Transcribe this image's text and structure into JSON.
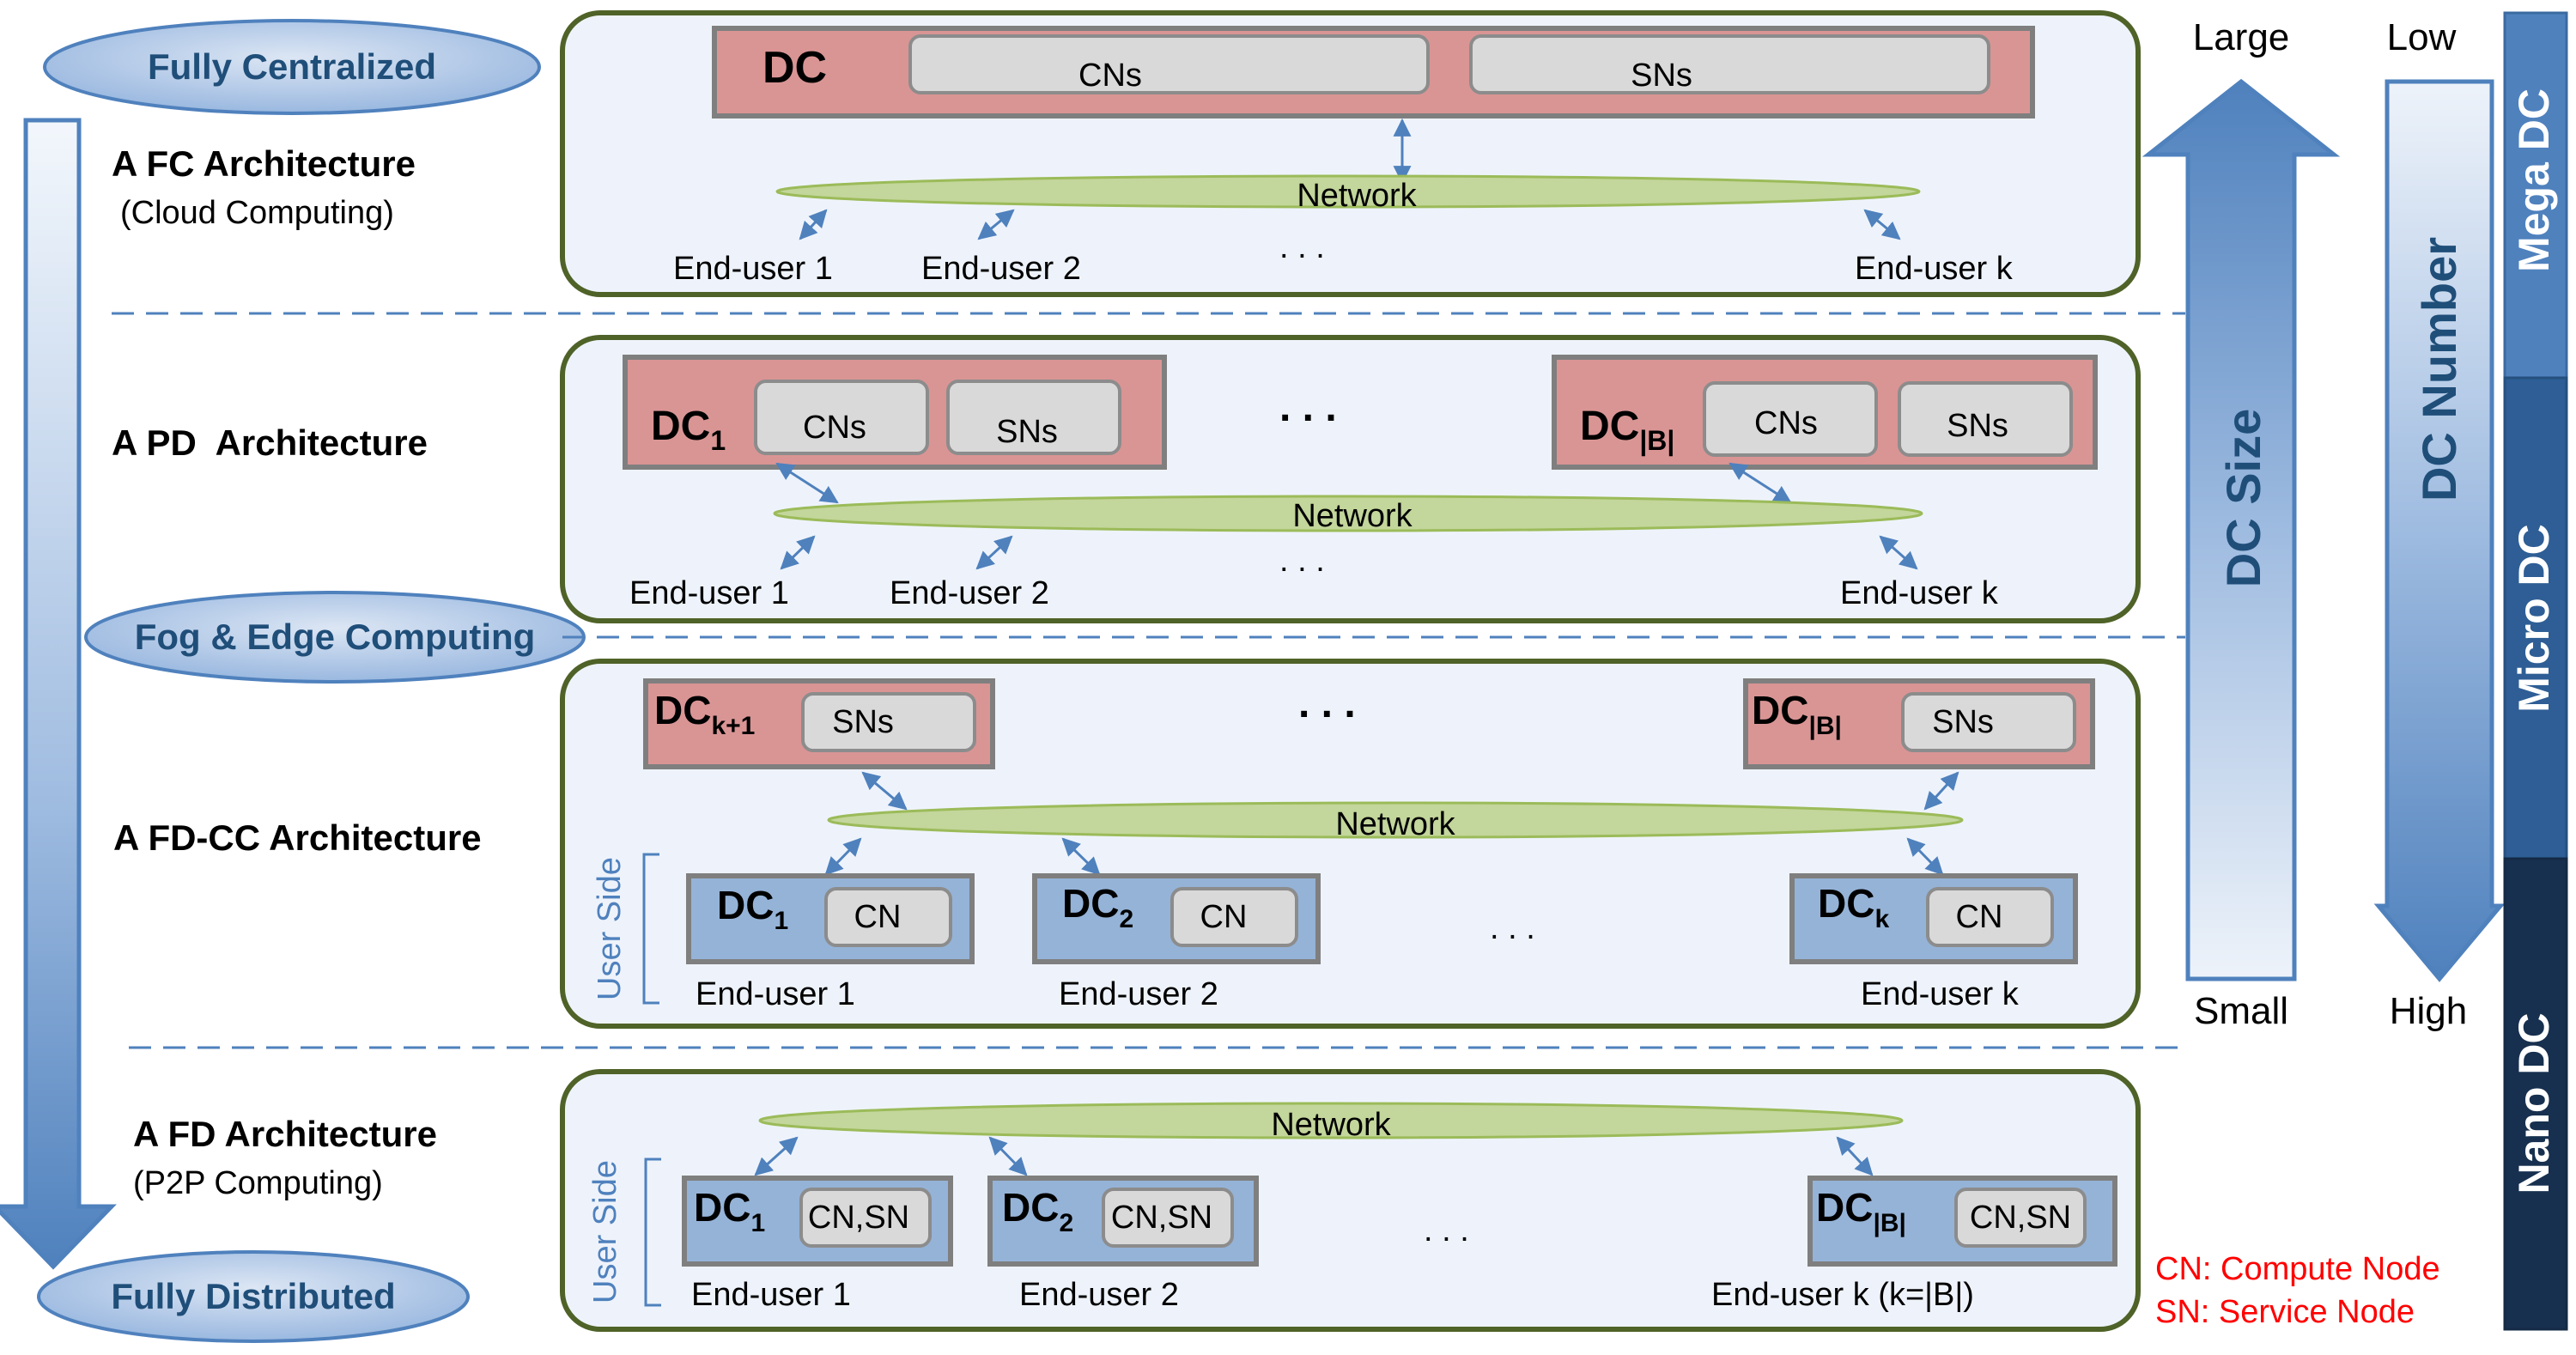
{
  "colors": {
    "panel_bg": "#eef3fb",
    "panel_border": "#4f6228",
    "dc_red": "#d99594",
    "dc_red_border": "#7f7f7f",
    "dc_blue": "#95b3d7",
    "node_gray": "#d9d9d9",
    "network_green": "#c3d69b",
    "arrow_blue": "#4f81bd",
    "ellipse_fill": "#b9cde8",
    "ellipse_text": "#1f4e79",
    "legend_red": "#ff0000",
    "bar_mega": "#4f81bd",
    "bar_micro": "#2e5e95",
    "bar_nano": "#17304f"
  },
  "left": {
    "fully_centralized": "Fully Centralized",
    "fog_edge": "Fog & Edge Computing",
    "fully_distributed": "Fully Distributed",
    "fc_arch": "A FC Architecture",
    "fc_sub": "(Cloud Computing)",
    "pd_arch": "A PD  Architecture",
    "fdcc_arch": "A FD-CC Architecture",
    "fd_arch": "A FD Architecture",
    "fd_sub": "(P2P Computing)"
  },
  "common": {
    "network": "Network",
    "cns": "CNs",
    "sns": "SNs",
    "cn": "CN",
    "cn_sn": "CN,SN",
    "dots": ". . .",
    "user_side": "User Side",
    "end_user_1": "End-user 1",
    "end_user_2": "End-user 2",
    "end_user_k": "End-user k",
    "end_user_k_b": "End-user k (k=|B|)"
  },
  "dc": {
    "dc": "DC",
    "sub_1": "1",
    "sub_2": "2",
    "sub_k": "k",
    "sub_k1": "k+1",
    "sub_b": "|B|"
  },
  "right": {
    "large": "Large",
    "small": "Small",
    "low": "Low",
    "high": "High",
    "dc_size": "DC Size",
    "dc_number": "DC Number",
    "mega_dc": "Mega DC",
    "micro_dc": "Micro DC",
    "nano_dc": "Nano DC"
  },
  "legend": {
    "cn": "CN: Compute Node",
    "sn": "SN: Service Node"
  }
}
